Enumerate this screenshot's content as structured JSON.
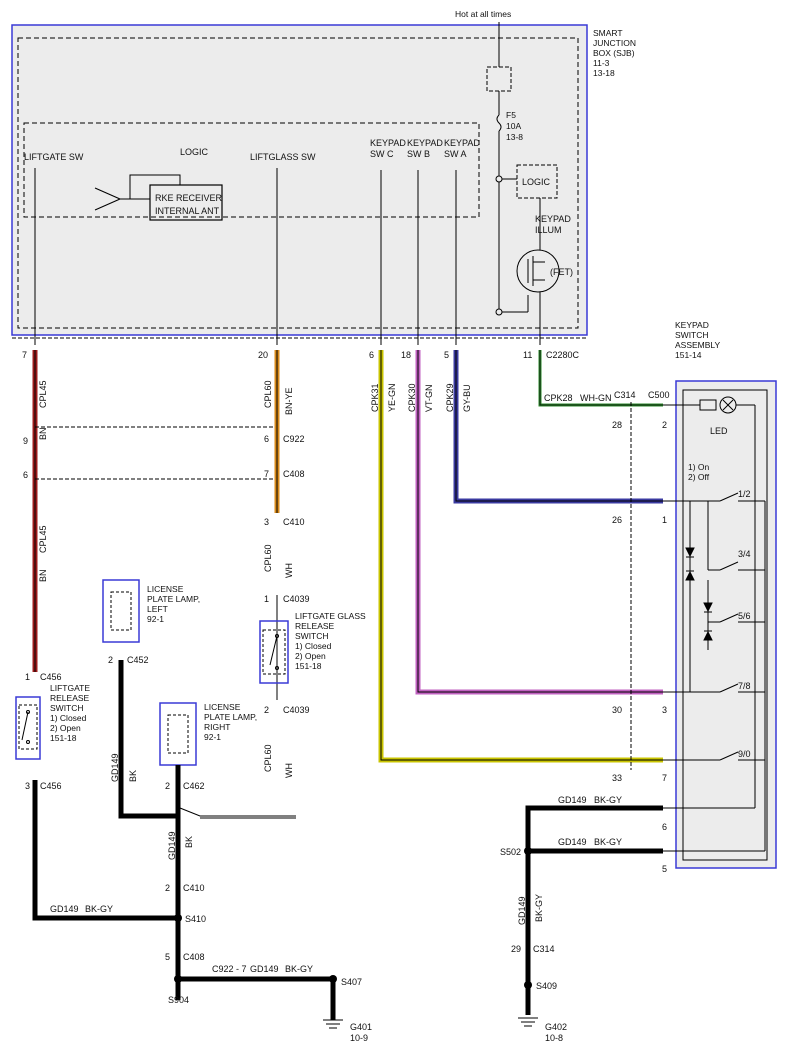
{
  "colors": {
    "box_blue": "#3a3ad6",
    "box_fill": "#ececec",
    "wire_bn": "#9e1b1b",
    "wire_bn_ye": "#d88a1a",
    "wire_ye_gn": "#c9c400",
    "wire_vt_gn": "#c060c0",
    "wire_gy_bu": "#3a3aa0",
    "wire_wh_gn": "#2e8b2e",
    "wire_bk": "#000000"
  },
  "sjb": {
    "hot_label": "Hot at all times",
    "name": [
      "SMART",
      "JUNCTION",
      "BOX (SJB)",
      "11-3",
      "13-18"
    ],
    "logic": "LOGIC",
    "liftgate_sw": "LIFTGATE SW",
    "liftglass_sw": "LIFTGLASS SW",
    "keypad_c": [
      "KEYPAD",
      "SW C"
    ],
    "keypad_b": [
      "KEYPAD",
      "SW B"
    ],
    "keypad_a": [
      "KEYPAD",
      "SW A"
    ],
    "rke": [
      "RKE RECEIVER",
      "INTERNAL ANT"
    ],
    "fuse": [
      "F5",
      "10A",
      "13-8"
    ],
    "logic2": "LOGIC",
    "keypad_illum": [
      "KEYPAD",
      "ILLUM"
    ],
    "fet": "(FET)"
  },
  "pins": {
    "p7": "7",
    "p20": "20",
    "p6": "6",
    "p18": "18",
    "p5": "5",
    "p11": "11",
    "c2280c": "C2280C",
    "p9": "9",
    "p6b": "6",
    "p6c": "6",
    "p7b": "7",
    "c922": "C922",
    "c408": "C408",
    "p3": "3",
    "c410": "C410",
    "p1": "1",
    "c4039": "C4039",
    "p2": "2",
    "c4039b": "C4039",
    "p1b": "1",
    "c456": "C456",
    "p3b": "3",
    "c456b": "C456",
    "p2b": "2",
    "c452": "C452",
    "p2c": "2",
    "c462": "C462",
    "p2d": "2",
    "c410b": "C410",
    "s410": "S410",
    "p5b": "5",
    "c408b": "C408",
    "s904": "S904",
    "c922_7": "C922 - 7",
    "s407": "S407",
    "g401": [
      "G401",
      "10-9"
    ],
    "c314": "C314",
    "c500": "C500",
    "p28": "28",
    "p2e": "2",
    "p26": "26",
    "p1c": "1",
    "p30": "30",
    "p3c": "3",
    "p33": "33",
    "p7c": "7",
    "p6d": "6",
    "p5c": "5",
    "s502": "S502",
    "p29": "29",
    "c314b": "C314",
    "s409": "S409",
    "g402": [
      "G402",
      "10-8"
    ]
  },
  "wires": {
    "cpl45_a": "CPL45",
    "bn_a": "BN",
    "cpl45_b": "CPL45",
    "bn_b": "BN",
    "cpl60_a": "CPL60",
    "bnye": "BN-YE",
    "cpl60_b": "CPL60",
    "wh_b": "WH",
    "cpl60_c": "CPL60",
    "wh_c": "WH",
    "cpk31": "CPK31",
    "yegn": "YE-GN",
    "cpk30": "CPK30",
    "vtgn": "VT-GN",
    "cpk29": "CPK29",
    "gybu": "GY-BU",
    "cpk28": "CPK28",
    "whgn": "WH-GN",
    "gd149_a": "GD149",
    "bk_a": "BK",
    "gd149_b": "GD149",
    "bk_b": "BK",
    "gd149_c": "GD149",
    "bkgy_c": "BK-GY",
    "gd149_d": "GD149",
    "bkgy_d": "BK-GY",
    "gd149_e": "GD149",
    "bkgy_e": "BK-GY",
    "gd149_f": "GD149",
    "bkgy_f": "BK-GY",
    "gd149_g": "GD149",
    "bkgy_g": "BK-GY"
  },
  "components": {
    "license_left": [
      "LICENSE",
      "PLATE LAMP,",
      "LEFT",
      "92-1"
    ],
    "license_right": [
      "LICENSE",
      "PLATE LAMP,",
      "RIGHT",
      "92-1"
    ],
    "glass_switch": [
      "LIFTGATE GLASS",
      "RELEASE",
      "SWITCH",
      "1) Closed",
      "2) Open",
      "151-18"
    ],
    "liftgate_switch": [
      "LIFTGATE",
      "RELEASE",
      "SWITCH",
      "1) Closed",
      "2) Open",
      "151-18"
    ],
    "keypad_assembly": [
      "KEYPAD",
      "SWITCH",
      "ASSEMBLY",
      "151-14"
    ],
    "led": "LED",
    "onoff": [
      "1) On",
      "2) Off"
    ],
    "keys": [
      "1/2",
      "3/4",
      "5/6",
      "7/8",
      "9/0"
    ]
  }
}
